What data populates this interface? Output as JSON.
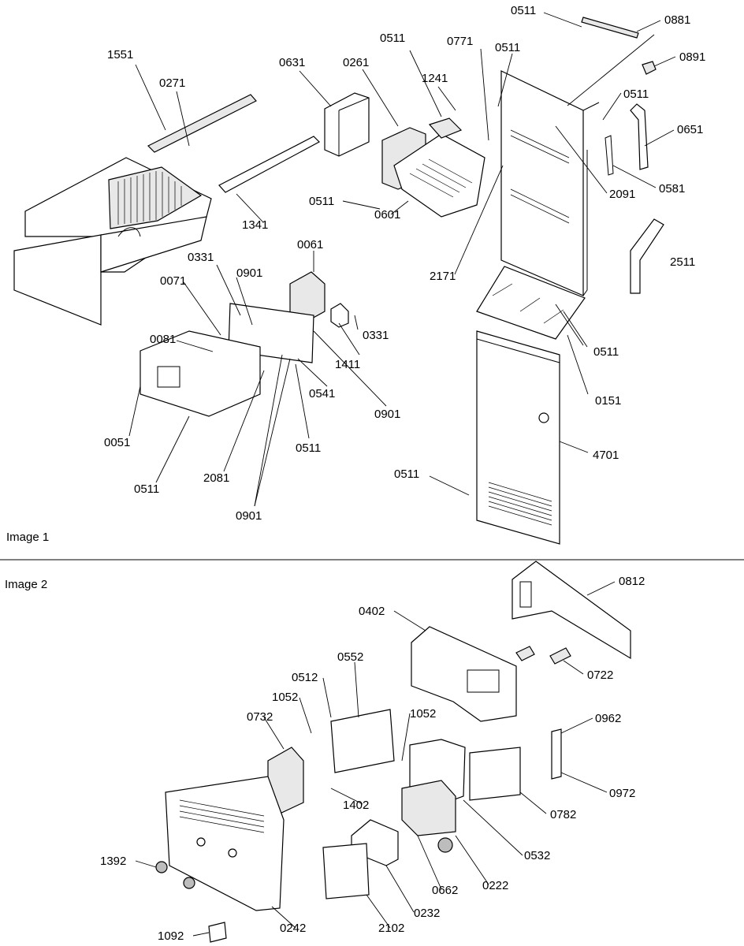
{
  "images": [
    {
      "caption": "Image 1",
      "callouts": [
        "0511",
        "0881",
        "0891",
        "0511",
        "0771",
        "0511",
        "1551",
        "0631",
        "0261",
        "1241",
        "0271",
        "0511",
        "0651",
        "0581",
        "2091",
        "0511",
        "0601",
        "1341",
        "2171",
        "2511",
        "0061",
        "0331",
        "0901",
        "0071",
        "0331",
        "0081",
        "1411",
        "0511",
        "0541",
        "0901",
        "0151",
        "0051",
        "0511",
        "4701",
        "2081",
        "0511",
        "0511",
        "0901"
      ]
    },
    {
      "caption": "Image 2",
      "callouts": [
        "0812",
        "0402",
        "0722",
        "0552",
        "0512",
        "1052",
        "1052",
        "0732",
        "0962",
        "0972",
        "1402",
        "0782",
        "1392",
        "0532",
        "0222",
        "0662",
        "0232",
        "2102",
        "0242",
        "1092"
      ]
    }
  ]
}
